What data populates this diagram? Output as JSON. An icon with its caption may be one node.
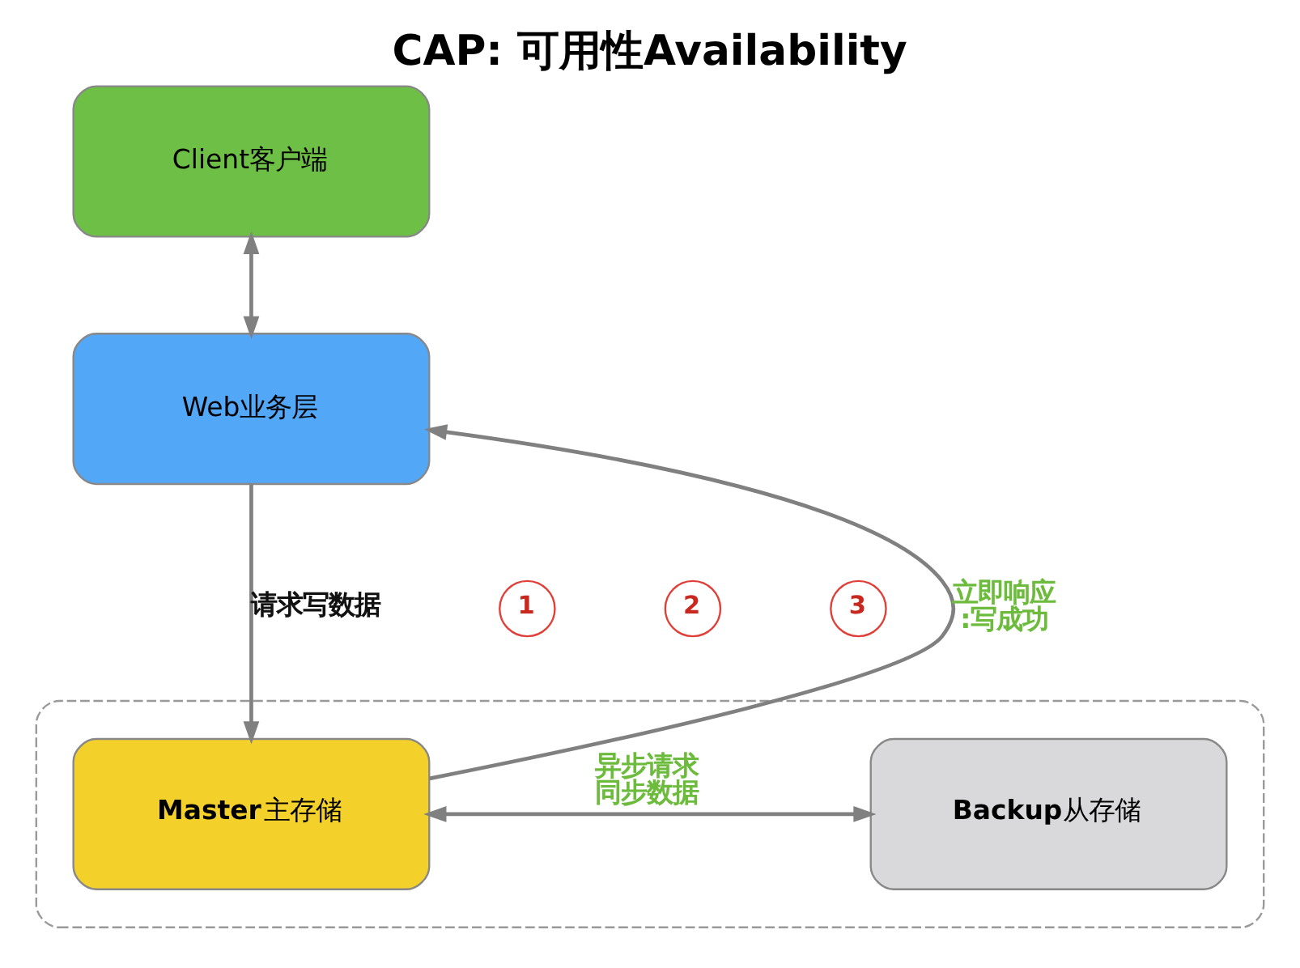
{
  "diagram": {
    "title": "CAP: 可用性Availability",
    "nodes": [
      {
        "text": [
          "Client客户端"
        ]
      },
      {
        "text": [
          "Web业务层"
        ]
      },
      {
        "text": [],
        "shape": "box"
      },
      {
        "text": [
          "**Master**主存储"
        ],
        "in": 2
      },
      {
        "text": [
          "**Backup**从存储"
        ],
        "in": 2
      },
      {
        "text": [
          "1"
        ]
      },
      {
        "text": [
          "2"
        ]
      },
      {
        "text": [
          "3"
        ]
      }
    ],
    "edges": [
      {
        "from": 0,
        "to": 1,
        "arrow": "both"
      },
      {
        "from": 1,
        "to": 3,
        "arrow": "to",
        "label": "请求写数据"
      },
      {
        "from": 3,
        "to": 1,
        "arrow": "to",
        "label": "立即响应:写成功"
      },
      {
        "from": 3,
        "to": 4,
        "arrow": "both",
        "label": "异步请求同步数据"
      }
    ]
  }
}
